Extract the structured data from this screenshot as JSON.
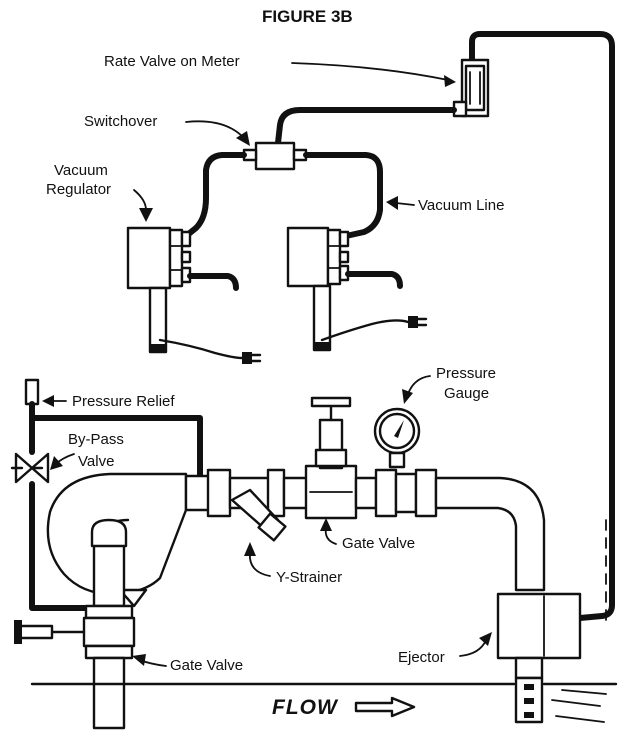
{
  "figure": {
    "title": "FIGURE 3B",
    "labels": {
      "rate_valve": "Rate Valve on Meter",
      "switchover": "Switchover",
      "vacuum_regulator_1": "Vacuum",
      "vacuum_regulator_2": "Regulator",
      "vacuum_line": "Vacuum Line",
      "pressure_relief": "Pressure Relief",
      "bypass_valve_1": "By-Pass",
      "bypass_valve_2": "Valve",
      "pressure_gauge_1": "Pressure",
      "pressure_gauge_2": "Gauge",
      "gate_valve_upper": "Gate Valve",
      "y_strainer": "Y-Strainer",
      "gate_valve_lower": "Gate Valve",
      "ejector": "Ejector",
      "flow": "FLOW"
    }
  },
  "icons": [
    "arrow-icon",
    "flow-arrow-icon",
    "plug-icon",
    "gauge-icon",
    "valve-handwheel-icon"
  ],
  "colors": {
    "ink": "#111111",
    "paper": "#ffffff"
  }
}
